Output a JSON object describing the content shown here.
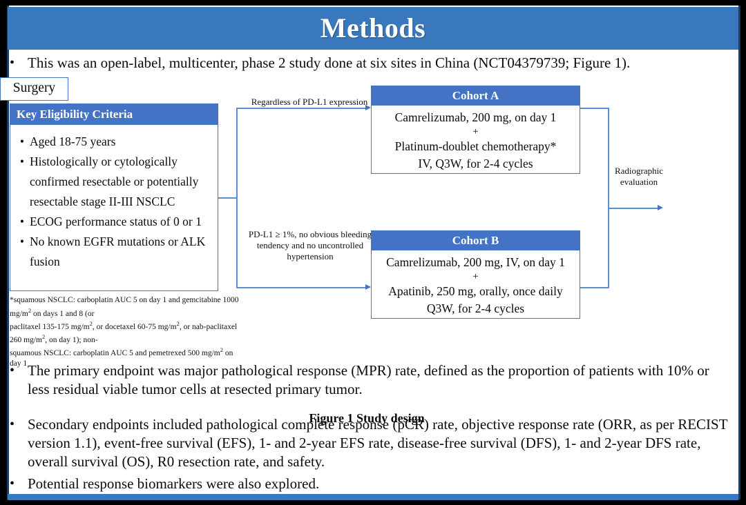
{
  "slide": {
    "title": "Methods",
    "accent_blue": "#4472C4",
    "banner_blue": "#3a78bd",
    "frame_color": "#000000"
  },
  "lead_bullet": {
    "marker": "•",
    "text": "This was an open-label, multicenter, phase 2 study done at six sites in China (NCT04379739; Figure 1)."
  },
  "figure": {
    "caption": "Figure 1 Study design",
    "eligibility": {
      "header": "Key  Eligibility Criteria",
      "marker": "•",
      "items": [
        "Aged 18-75 years",
        "Histologically or cytologically confirmed resectable or potentially resectable stage II-III  NSCLC",
        "ECOG performance status of 0 or 1",
        "No known EGFR mutations or ALK fusion"
      ]
    },
    "footnote_lines": [
      "*squamous NSCLC: carboplatin AUC 5 on day 1 and gemcitabine 1000 mg/m2 on days 1 and 8 (or",
      "paclitaxel 135-175  mg/m2, or docetaxel 60-75 mg/m2, or nab-paclitaxel 260 mg/m2, on day 1); non-",
      "squamous NSCLC: carboplatin AUC 5 and pemetrexed 500 mg/m2 on day 1"
    ],
    "cohort_a": {
      "header": "Cohort A",
      "line1": "Camrelizumab, 200 mg, on day 1",
      "plus": "+",
      "line2": "Platinum-doublet chemotherapy*",
      "line3": "IV, Q3W, for 2-4 cycles"
    },
    "cohort_b": {
      "header": "Cohort B",
      "line1": "Camrelizumab, 200 mg, IV, on day 1",
      "plus": "+",
      "line2": "Apatinib, 250 mg, orally, once daily",
      "line3": "Q3W, for 2-4 cycles"
    },
    "connector_labels": {
      "top": "Regardless  of PD-L1 expression",
      "bottom": "PD-L1 ≥ 1%, no obvious bleeding tendency and no uncontrolled  hypertension",
      "right": "Radiographic evaluation"
    },
    "surgery": "Surgery"
  },
  "bullets": [
    {
      "marker": "•",
      "text": "The primary endpoint was major pathological response (MPR) rate, defined as the proportion of patients with 10% or less residual viable tumor cells at resected primary tumor."
    },
    {
      "marker": "•",
      "text": "Secondary endpoints included pathological complete response (pCR) rate, objective response rate (ORR, as per RECIST version 1.1), event-free survival (EFS), 1- and 2-year EFS rate, disease-free survival (DFS), 1- and 2-year DFS rate, overall survival (OS), R0 resection rate, and safety."
    },
    {
      "marker": "•",
      "text": "Potential response biomarkers were also explored."
    }
  ]
}
